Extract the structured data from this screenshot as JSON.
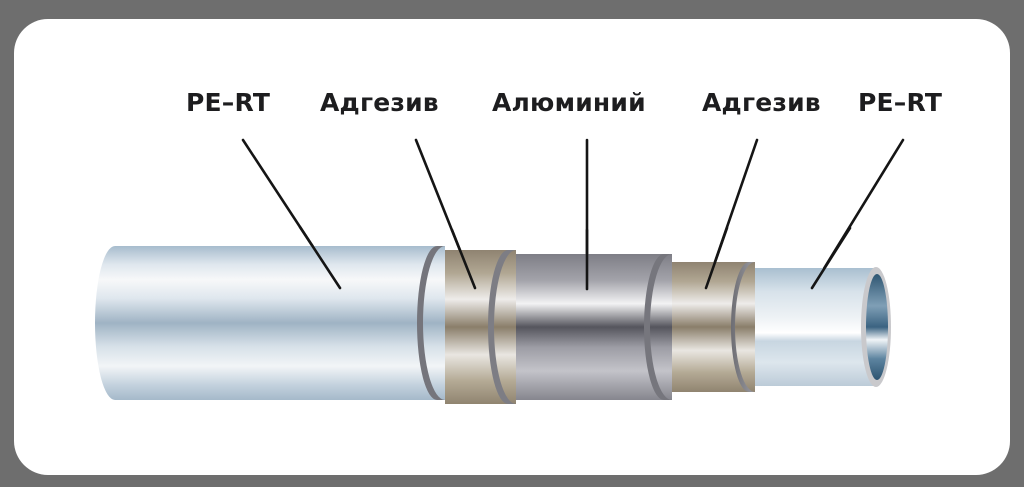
{
  "diagram": {
    "title": "",
    "background_color": "#6e6e6e",
    "panel_color": "#ffffff",
    "layers": [
      {
        "id": "outer-pe-rt",
        "label": "PE–RT",
        "color": "#a9bccd"
      },
      {
        "id": "outer-adhesive",
        "label": "Адгезив",
        "color": "#9d917c"
      },
      {
        "id": "aluminium",
        "label": "Алюминий",
        "color": "#8a8a90"
      },
      {
        "id": "inner-adhesive",
        "label": "Адгезив",
        "color": "#a69d87"
      },
      {
        "id": "inner-pe-rt",
        "label": "PE–RT",
        "color": "#b9cad8"
      }
    ]
  }
}
